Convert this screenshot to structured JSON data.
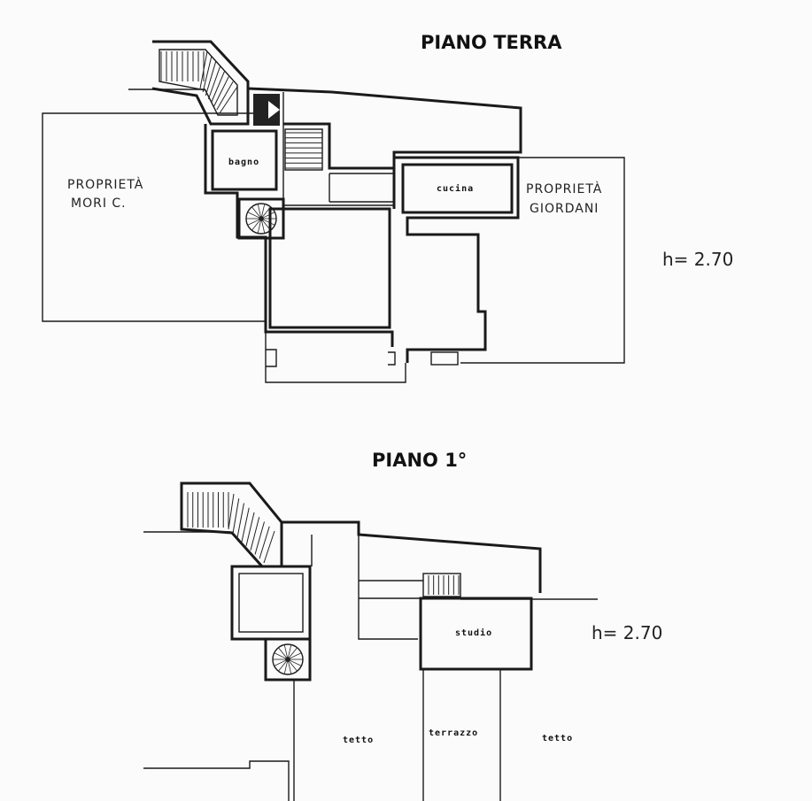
{
  "floors": [
    {
      "title": "PIANO TERRA",
      "height": "h= 2.70",
      "labels": {
        "left_property_1": "PROPRIETÀ",
        "left_property_2": "MORI C.",
        "right_property_1": "PROPRIETÀ",
        "right_property_2": "GIORDANI"
      },
      "rooms": {
        "bathroom": "bagno",
        "kitchen": "cucina"
      }
    },
    {
      "title": "PIANO 1°",
      "height": "h= 2.70",
      "rooms": {
        "studio": "studio",
        "roof_left": "tetto",
        "terrace": "terrazzo",
        "roof_right": "tetto"
      }
    }
  ]
}
